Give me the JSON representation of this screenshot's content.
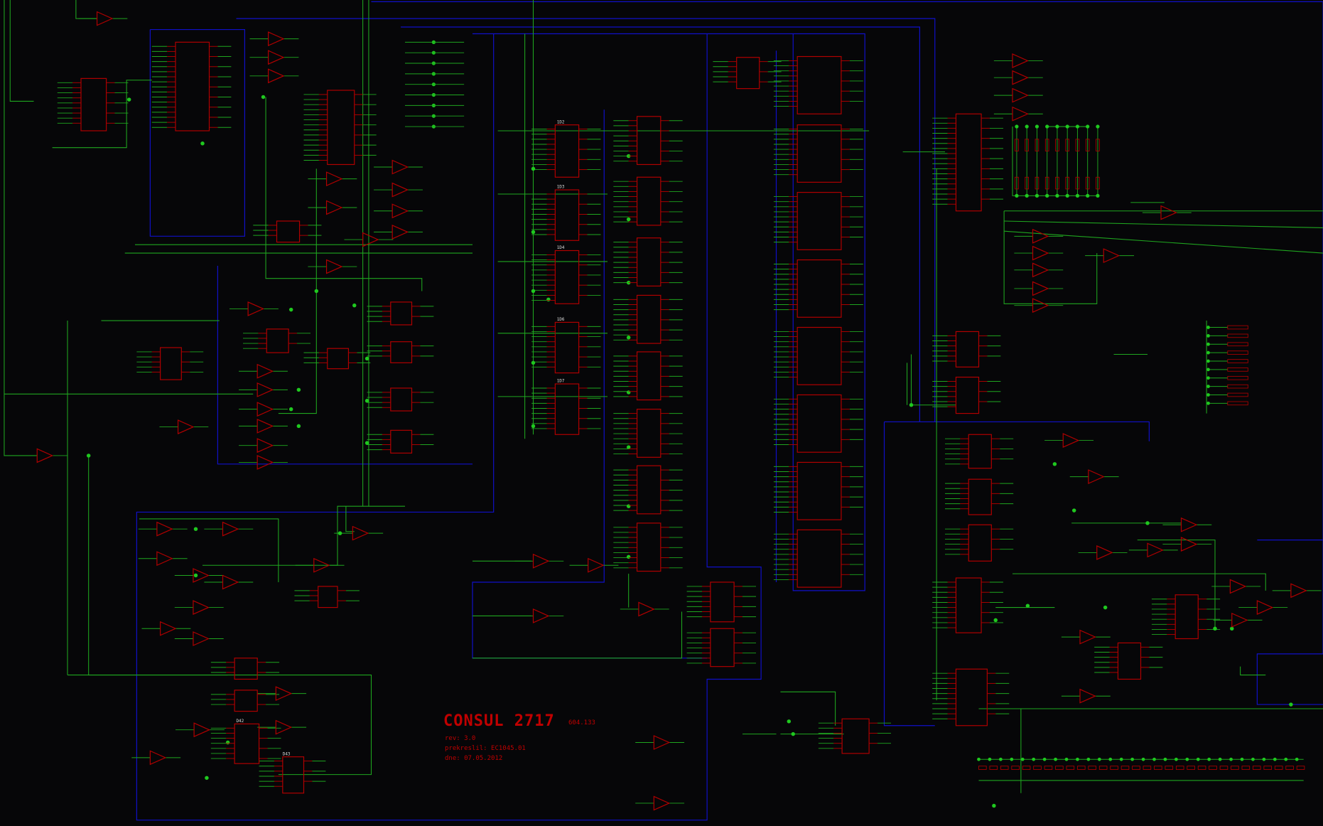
{
  "title_block": {
    "title": "CONSUL 2717",
    "number": "604.133",
    "revision": "rev: 3.0",
    "redrawn_by": "prekreslil: EC1045.01",
    "date": "dne: 07.05.2012"
  },
  "chip_labels": [
    "1D2",
    "1D3",
    "1D4",
    "1D6",
    "1D7",
    "D42",
    "D43"
  ],
  "colors": {
    "background": "#060608",
    "wire": "#1fa51f",
    "component": "#b00000",
    "frame": "#1010c8",
    "junction": "#1fc81f"
  }
}
